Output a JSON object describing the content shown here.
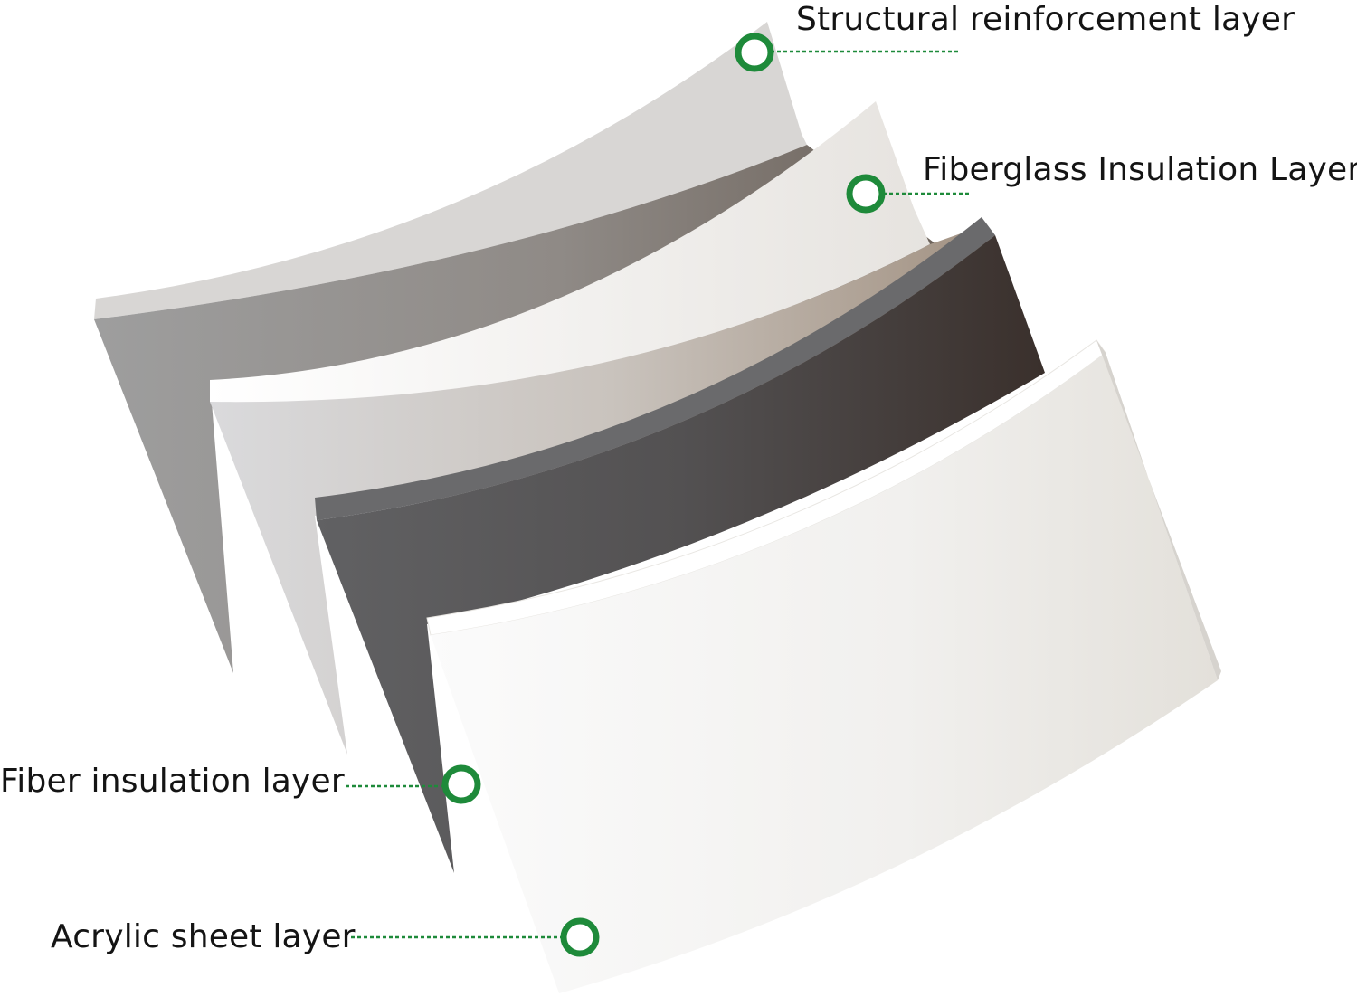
{
  "layers": [
    {
      "id": "structural-reinforcement",
      "label": "Structural reinforcement layer",
      "face_color_light": "#a2a2a2",
      "face_color_dark": "#746a62",
      "edge_color": "#dcdad8"
    },
    {
      "id": "fiberglass-insulation",
      "label": "Fiberglass Insulation Layer",
      "face_color_light": "#dcdcde",
      "face_color_dark": "#a89888",
      "edge_color": "#f4f2ef"
    },
    {
      "id": "fiber-insulation",
      "label": "Fiber insulation layer",
      "face_color_light": "#5f5f61",
      "face_color_dark": "#3c3330",
      "edge_color": "#6e6e70"
    },
    {
      "id": "acrylic-sheet",
      "label": "Acrylic sheet layer",
      "face_color_light": "#f8f8f8",
      "face_color_dark": "#e4e2dd",
      "edge_color": "#ffffff"
    }
  ],
  "colors": {
    "marker_ring": "#1e8a3a",
    "leader_line": "#1e8a3a",
    "label_text": "#141414",
    "background": "#ffffff"
  }
}
